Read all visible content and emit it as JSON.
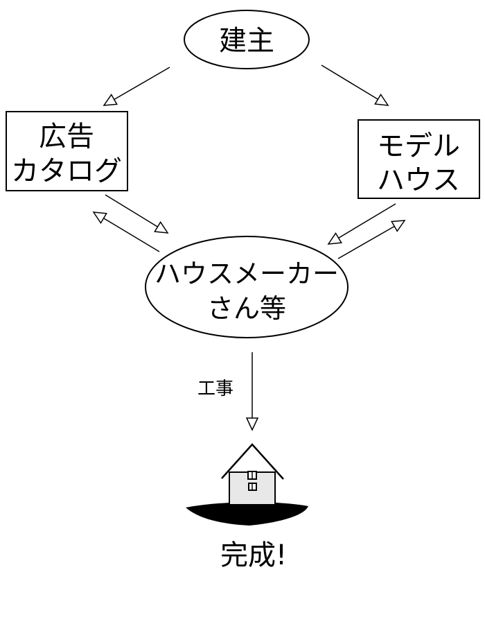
{
  "nodes": {
    "owner": {
      "label": "建主"
    },
    "ad_catalog": {
      "line1": "広告",
      "line2": "カタログ"
    },
    "model_house": {
      "line1": "モデル",
      "line2": "ハウス"
    },
    "builder": {
      "line1": "ハウスメーカー",
      "line2": "さん等"
    },
    "completed": {
      "label": "完成!"
    }
  },
  "edges": {
    "construction": {
      "label": "工事"
    }
  },
  "colors": {
    "stroke": "#000000",
    "background": "#ffffff",
    "house_wall": "#e8e8e8",
    "ground": "#000000"
  }
}
